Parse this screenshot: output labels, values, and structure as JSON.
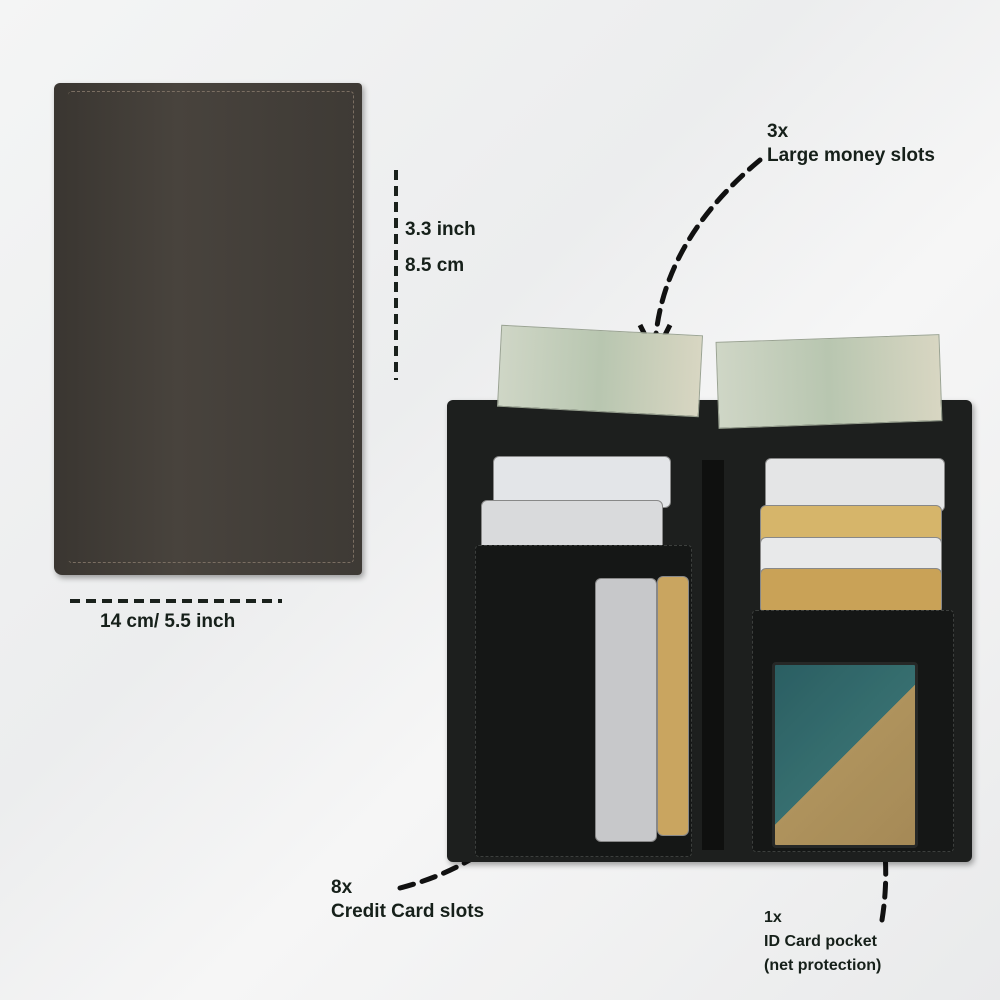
{
  "dimensions": {
    "height_inch": "3.3 inch",
    "height_cm": "8.5 cm",
    "width": "14 cm/ 5.5 inch"
  },
  "callouts": {
    "money": {
      "count": "3x",
      "label": "Large money slots"
    },
    "cards": {
      "count": "8x",
      "label": "Credit Card slots"
    },
    "id": {
      "count": "1x",
      "label": "ID Card pocket",
      "note": "(net protection)"
    }
  },
  "colors": {
    "wallet_closed": "#433e38",
    "wallet_open": "#1d1f1e",
    "text": "#16201a"
  }
}
